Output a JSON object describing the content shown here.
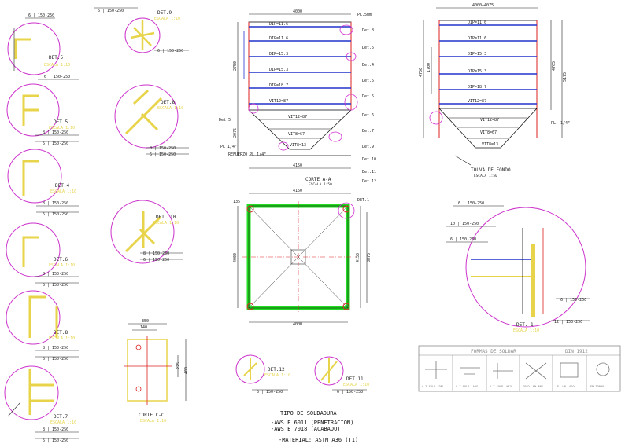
{
  "colors": {
    "background": "#ffffff",
    "outline": "#111111",
    "detail_circle": "#cc33cc",
    "dimension": "#222222",
    "plate_blue": "#2233cc",
    "plate_green": "#22dd22",
    "highlight_yellow": "#e8d44a",
    "red_mark": "#dd2222",
    "weld_magenta": "#d02fd0",
    "grey_table": "#8a8a8a"
  },
  "details_left": [
    {
      "title": "DET.5",
      "scale": "ESCALA 1:10",
      "weld_top": "6 | 150-250",
      "weld_bottom": "6 | 150-250"
    },
    {
      "title": "DET.5",
      "scale": "ESCALA 1:10",
      "weld_top": "8 | 150-250",
      "weld_bottom": "6 | 150-250"
    },
    {
      "title": "DET.4",
      "scale": "ESCALA 1:10",
      "weld_top": "8 | 150-250",
      "weld_bottom": "6 | 150-250"
    },
    {
      "title": "DET.6",
      "scale": "ESCALA 1:10",
      "weld_top": "8 | 150-250",
      "weld_bottom": "6 | 150-250"
    },
    {
      "title": "DET.8",
      "scale": "ESCALA 1:10",
      "weld_top": "8 | 150-250",
      "weld_bottom": "6 | 150-250"
    },
    {
      "title": "DET.7",
      "scale": "ESCALA 1:10",
      "weld_top": "8 | 150-250",
      "weld_bottom": "6 | 150-250"
    }
  ],
  "details_mid": [
    {
      "title": "DET.9",
      "scale": "ESCALA 1:10",
      "weld_top": "6 | 150-250",
      "weld_bottom": "6 | 150-250"
    },
    {
      "title": "DET.8",
      "scale": "ESCALA 1:10",
      "weld_top": "8 | 150-250",
      "weld_bottom": "6 | 150-250"
    },
    {
      "title": "DET. 10",
      "scale": "ESCALA 1:10",
      "weld_top": "8 | 150-250",
      "weld_bottom": "6 | 150-250"
    }
  ],
  "details_small": [
    {
      "title": "DET.12",
      "scale": "ESCALA 1:10",
      "weld": "6 | 150-250"
    },
    {
      "title": "DET.11",
      "scale": "ESCALA 1:10",
      "weld": "6 | 150-250"
    }
  ],
  "corte_aa": {
    "title": "CORTE A-A",
    "scale": "ESCALA 1:50",
    "top_dim": "4000",
    "bottom_dim": "4150",
    "left_dims": [
      "2750",
      "2075"
    ],
    "right_label": "PL.5mm",
    "rows": [
      "DIP=11.6",
      "DIP=11.6",
      "DIP=15.3",
      "DIP=15.3",
      "DIP=18.7",
      "VIT12=87"
    ],
    "hopper_rows": [
      "VIT12=87",
      "VIT8=67",
      "VIT8=13"
    ],
    "det_refs": [
      "Det.8",
      "Det.5",
      "Det.4",
      "Det.5",
      "Det.5",
      "Det.6",
      "Det.7",
      "Det.9",
      "Det.10",
      "Det.11",
      "Det.12"
    ],
    "side_labels": [
      "Det.5",
      "PL 1/4\"",
      "REFUERZO PL 1/4\""
    ]
  },
  "tolva": {
    "title": "TOLVA DE FONDO",
    "scale": "ESCALA 1:50",
    "top_dim": "4000+4075",
    "rows": [
      "DIP=11.6",
      "DIP=11.6",
      "DIP=15.3",
      "DIP=15.3",
      "DIP=18.7",
      "VIT12=87"
    ],
    "hopper_rows": [
      "VIT12=87",
      "VIT8=67",
      "VIT8=13"
    ],
    "left_dims": [
      "4750",
      "1700"
    ],
    "right_dims": [
      "4765",
      "5175"
    ],
    "right_label": "PL. 1/4\""
  },
  "planta": {
    "top_dim": "4150",
    "bottom_dim": "4000",
    "left_dim": "4000",
    "right_dims": [
      "4150",
      "3875"
    ],
    "det_ref": "DET.1",
    "side_dim": "135"
  },
  "corte_cc": {
    "title": "CORTE C-C",
    "scale": "ESCALA 1:10",
    "top_dims": [
      "350",
      "140"
    ],
    "right_dims": [
      "225",
      "400"
    ]
  },
  "detail1": {
    "title": "DET. 1",
    "scale": "ESCALA 1:10",
    "welds": [
      "6 | 150-250",
      "10 | 150-250",
      "6 | 150-250",
      "6 | 150-250",
      "12 | 150-250"
    ]
  },
  "weld_table": {
    "title": "FORMAS DE SOLDAR",
    "code": "DIN 1912",
    "captions": [
      "A-T SOLD. DEL",
      "A-T SOLD. ANG.",
      "A-T SOLD. MIX.",
      "SOLD. EN ANG.",
      "E. UN LADO",
      "EN TORNO"
    ]
  },
  "notes": {
    "title": "TIPO DE SOLDADURA",
    "line1": "-AWS E 6011 (PENETRACION)",
    "line2": "-AWS E 7018 (ACABADO)",
    "material": "-MATERIAL: ASTM A36 (T1)"
  }
}
